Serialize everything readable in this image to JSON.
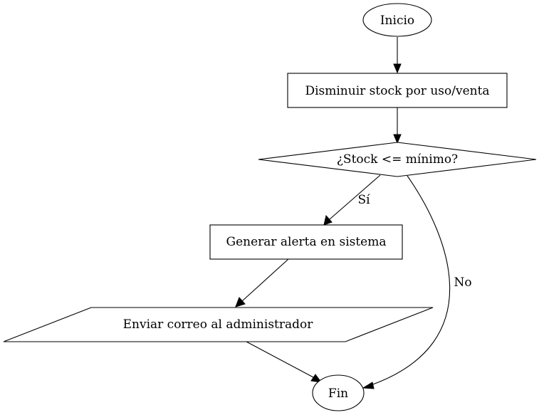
{
  "diagram": {
    "nodes": {
      "start": "Inicio",
      "decrease_stock": "Disminuir stock por uso/venta",
      "check_stock": "¿Stock <= mínimo?",
      "generate_alert": "Generar alerta en sistema",
      "send_email": "Enviar correo al administrador",
      "end": "Fin"
    },
    "edges": {
      "yes_label": "Sí",
      "no_label": "No"
    }
  }
}
